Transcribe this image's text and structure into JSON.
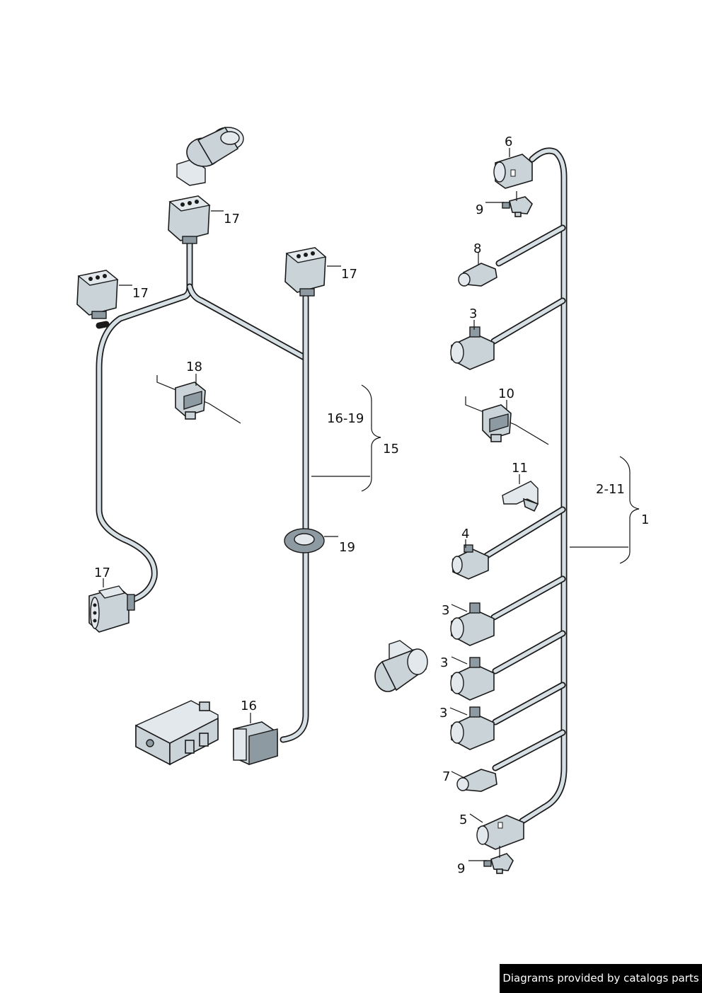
{
  "callouts": {
    "c6": "6",
    "c9a": "9",
    "c8": "8",
    "c3a": "3",
    "c10": "10",
    "c11": "11",
    "c4": "4",
    "c3b": "3",
    "c3c": "3",
    "c3d": "3",
    "c7": "7",
    "c5": "5",
    "c9b": "9",
    "c2_11": "2-11",
    "c1": "1",
    "c17a": "17",
    "c17b": "17",
    "c17c": "17",
    "c17d": "17",
    "c18": "18",
    "c16_19": "16-19",
    "c15": "15",
    "c19": "19",
    "c16": "16"
  },
  "footer": {
    "text": "Diagrams provided by catalogs parts"
  },
  "colors": {
    "wire": "#d6dfe3",
    "outline": "#1a1a1a",
    "part": "#c9d3d8",
    "footer_bg": "#000000"
  }
}
